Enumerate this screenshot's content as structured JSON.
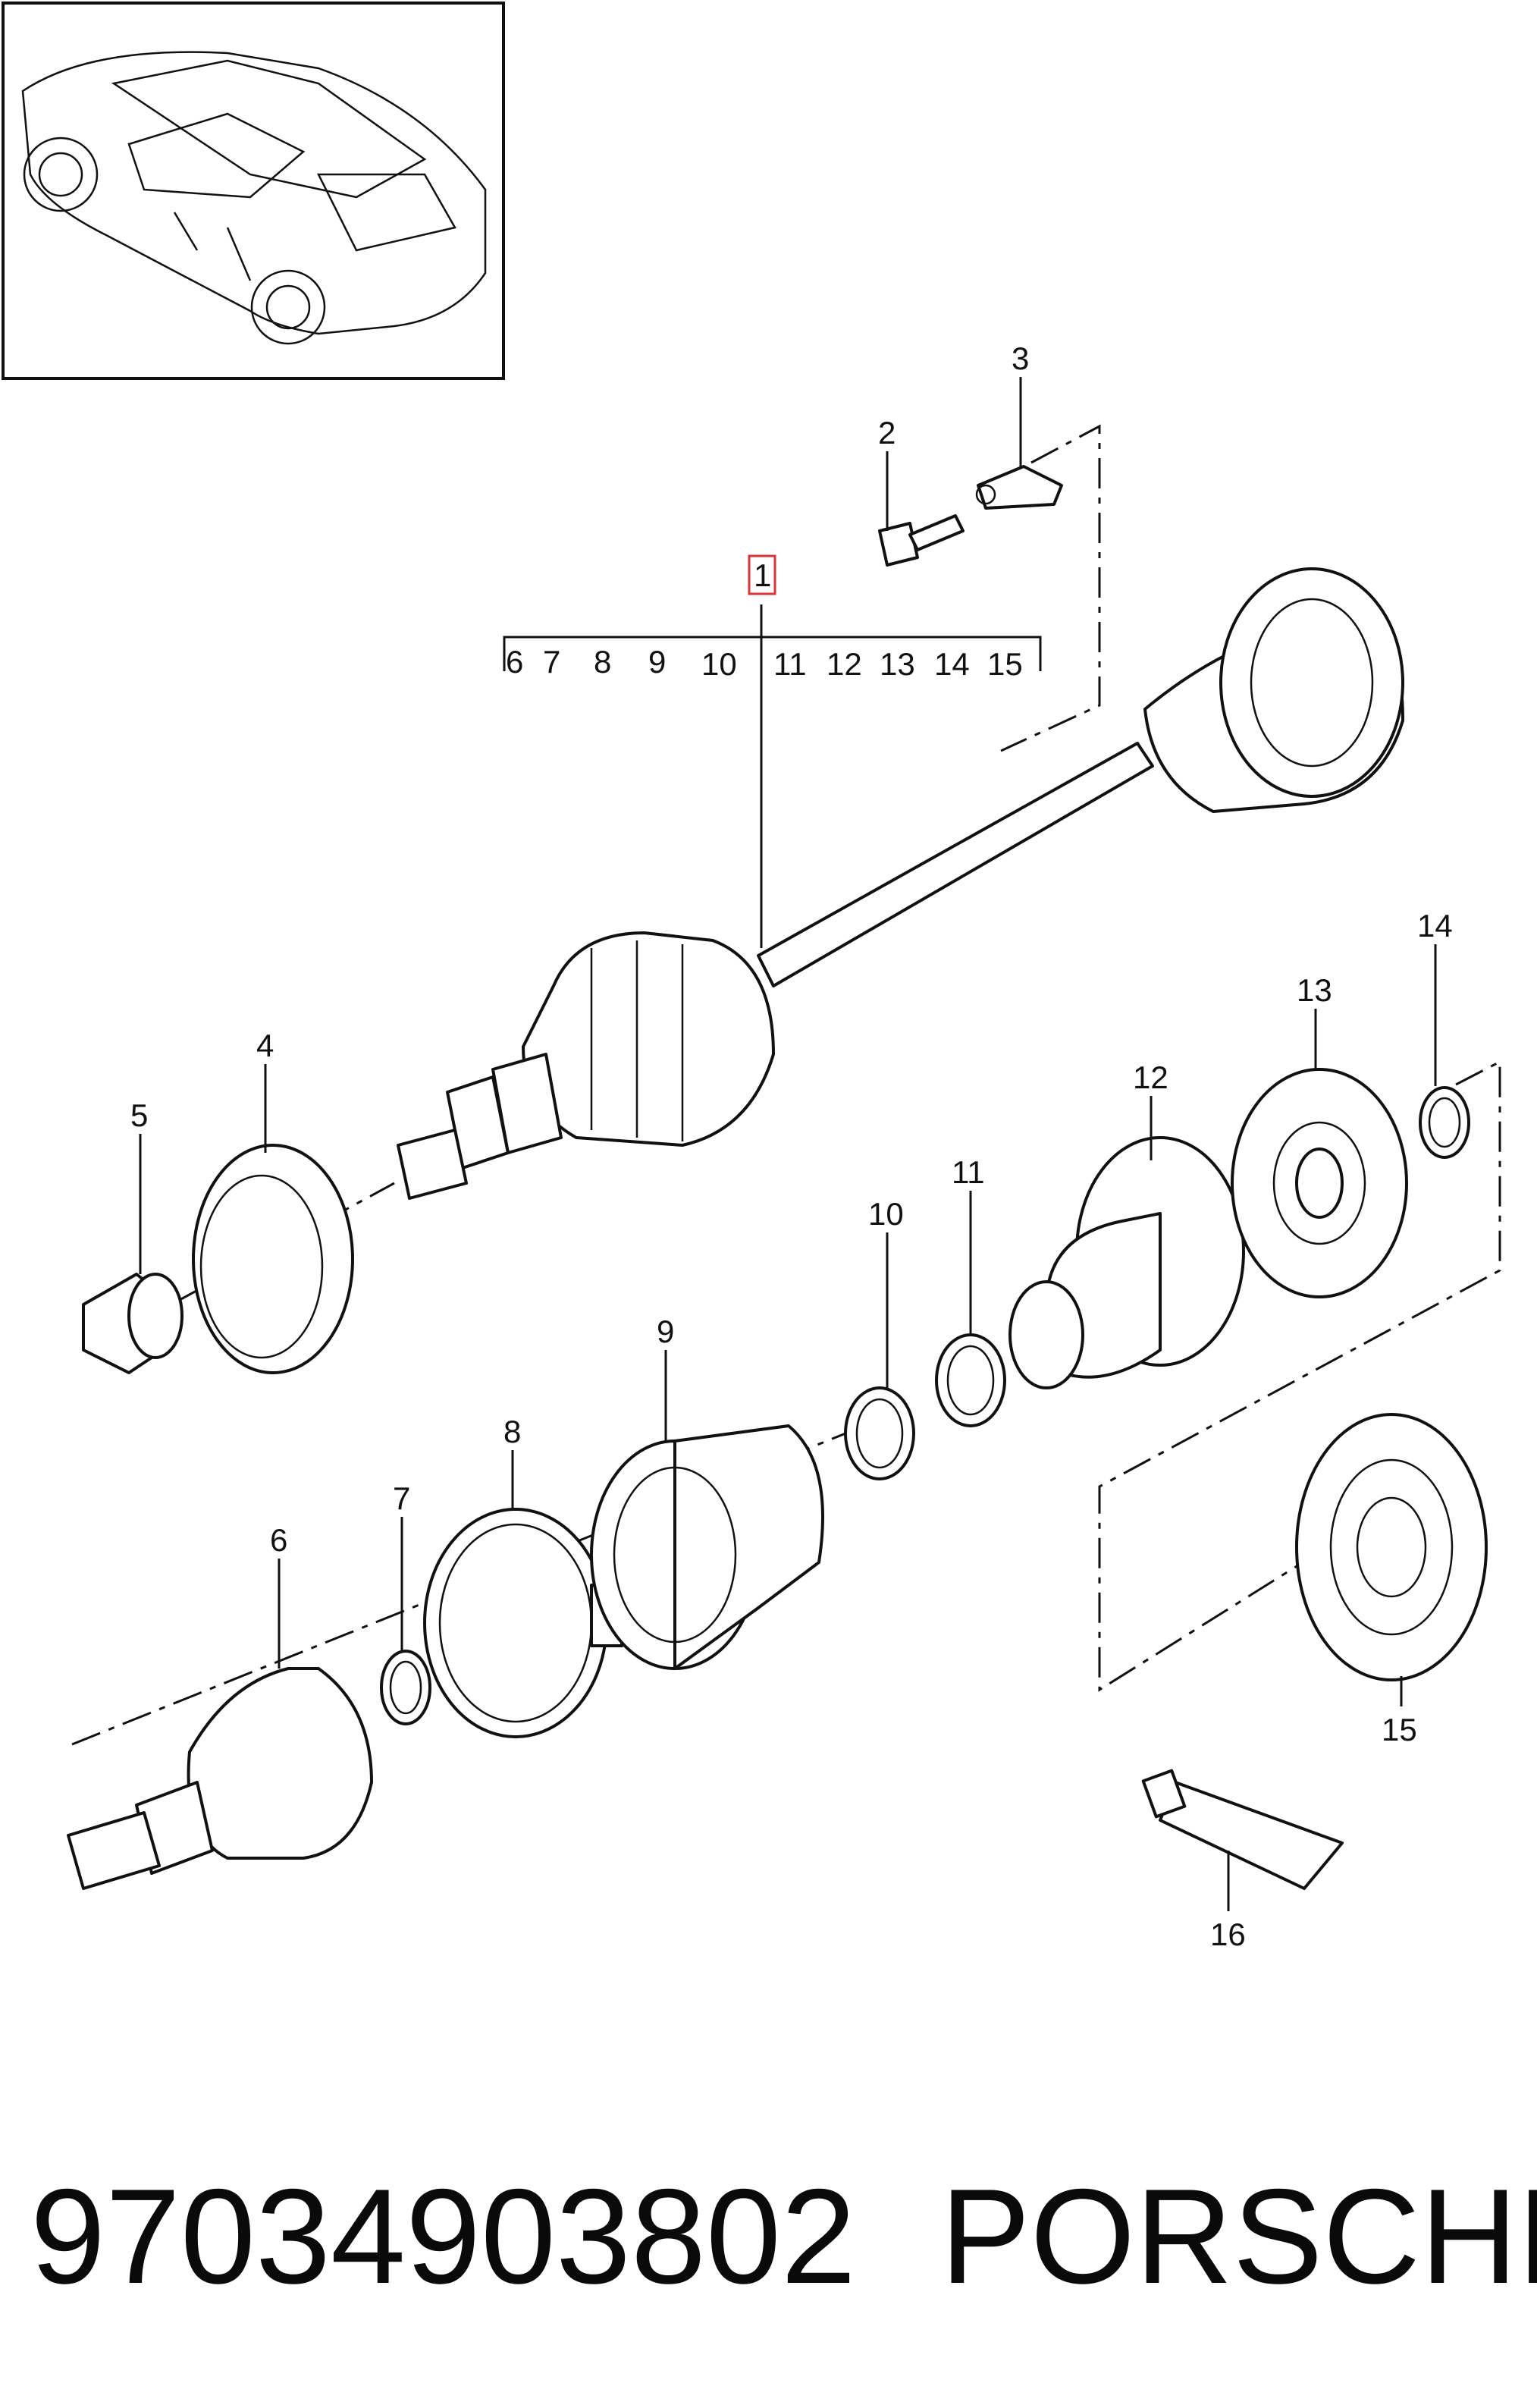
{
  "callouts": [
    {
      "n": "1",
      "highlighted": true
    },
    {
      "n": "2"
    },
    {
      "n": "3"
    },
    {
      "n": "4"
    },
    {
      "n": "5"
    },
    {
      "n": "6"
    },
    {
      "n": "7"
    },
    {
      "n": "8"
    },
    {
      "n": "9"
    },
    {
      "n": "10"
    },
    {
      "n": "11"
    },
    {
      "n": "12"
    },
    {
      "n": "13"
    },
    {
      "n": "14"
    },
    {
      "n": "15"
    },
    {
      "n": "16"
    }
  ],
  "assembly_range": [
    "6",
    "7",
    "8",
    "9",
    "10",
    "11",
    "12",
    "13",
    "14",
    "15"
  ],
  "caption": {
    "part_number": "97034903802",
    "brand": "PORSCHE"
  },
  "colors": {
    "line": "#111111",
    "highlight_box": "#d9343a",
    "background": "#ffffff"
  },
  "icons": [
    "vehicle-thumbnail",
    "drive-shaft",
    "bolt",
    "bracket",
    "boot",
    "clamp",
    "circlip",
    "cv-joint",
    "grease-tube"
  ]
}
